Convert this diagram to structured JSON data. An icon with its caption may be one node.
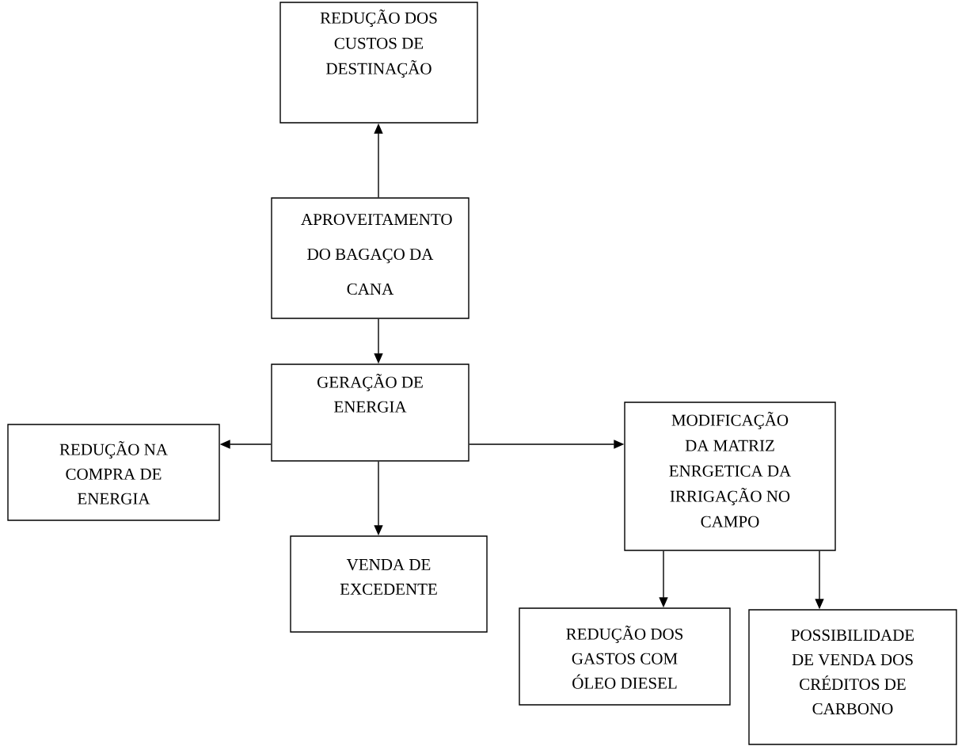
{
  "diagram": {
    "nodes": [
      {
        "text": [
          "REDUÇÃO DOS CUSTOS DE DESTINAÇÃO"
        ]
      },
      {
        "text": [
          "APROVEITAMENTO DO BAGAÇO DA CANA"
        ]
      },
      {
        "text": [
          "GERAÇÃO DE ENERGIA"
        ]
      },
      {
        "text": [
          "REDUÇÃO NA COMPRA DE ENERGIA"
        ]
      },
      {
        "text": [
          "MODIFICAÇÃO DA MATRIZ ENRGETICA DA IRRIGAÇÃO NO CAMPO"
        ]
      },
      {
        "text": [
          "VENDA DE EXCEDENTE"
        ]
      },
      {
        "text": [
          "REDUÇÃO DOS GASTOS COM ÓLEO DIESEL"
        ]
      },
      {
        "text": [
          "POSSIBILIDADE DE VENDA DOS CRÉDITOS DE CARBONO"
        ]
      }
    ],
    "edges": [
      {
        "from": 1,
        "to": 0,
        "arrow": "to"
      },
      {
        "from": 1,
        "to": 2,
        "arrow": "to"
      },
      {
        "from": 2,
        "to": 3,
        "arrow": "to"
      },
      {
        "from": 2,
        "to": 4,
        "arrow": "to"
      },
      {
        "from": 2,
        "to": 5,
        "arrow": "to"
      },
      {
        "from": 4,
        "to": 6,
        "arrow": "to"
      },
      {
        "from": 4,
        "to": 7,
        "arrow": "to"
      }
    ]
  }
}
